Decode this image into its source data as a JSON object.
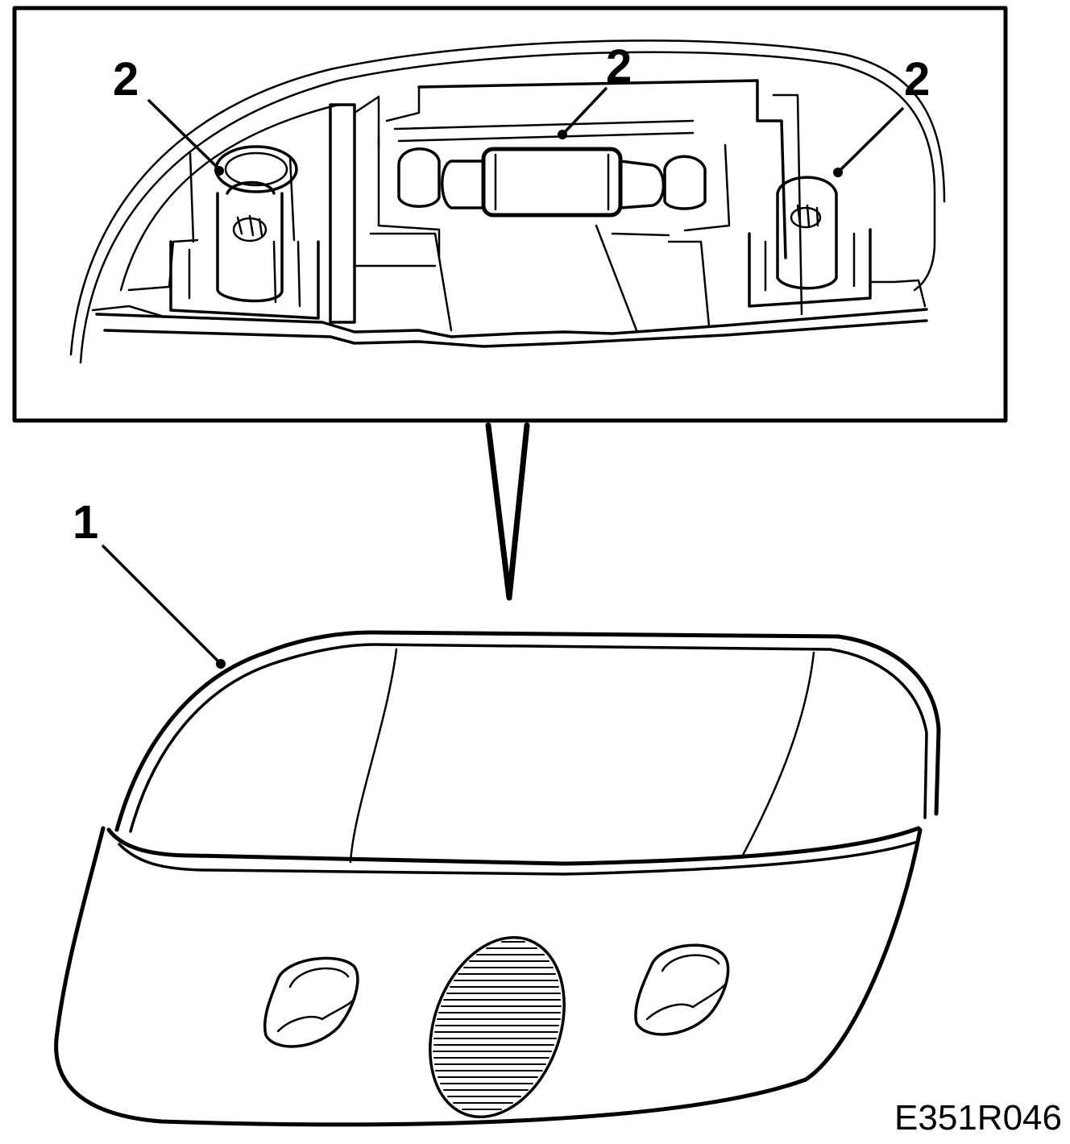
{
  "callouts": {
    "part_1": "1",
    "bulb_left": "2",
    "bulb_center": "2",
    "bulb_right": "2"
  },
  "figure_code": "E351R046"
}
